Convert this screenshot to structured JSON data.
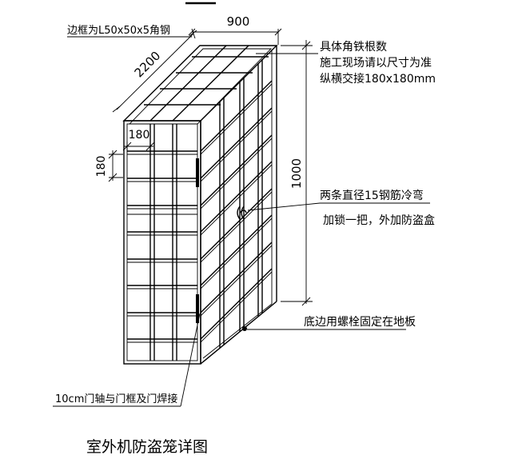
{
  "title": "室外机防盗笼详图",
  "dimensions": {
    "width_label": "900",
    "depth_label": "2200",
    "height_label": "1000",
    "bar_spacing_label": "180",
    "bar_spacing_label_vertical": "180"
  },
  "notes": {
    "frame": "边框为L50x50x5角钢",
    "angle_count": "具体角铁根数",
    "site_measure": "施工现场请以尺寸为准",
    "grid_joint": "纵横交接180x180mm",
    "rebar_bend": "两条直径15钢筋冷弯",
    "lock": "加锁一把，外加防盗盒",
    "base_bolt": "底边用螺栓固定在地板",
    "hinge_weld": "10cm门轴与门框及门焊接"
  }
}
